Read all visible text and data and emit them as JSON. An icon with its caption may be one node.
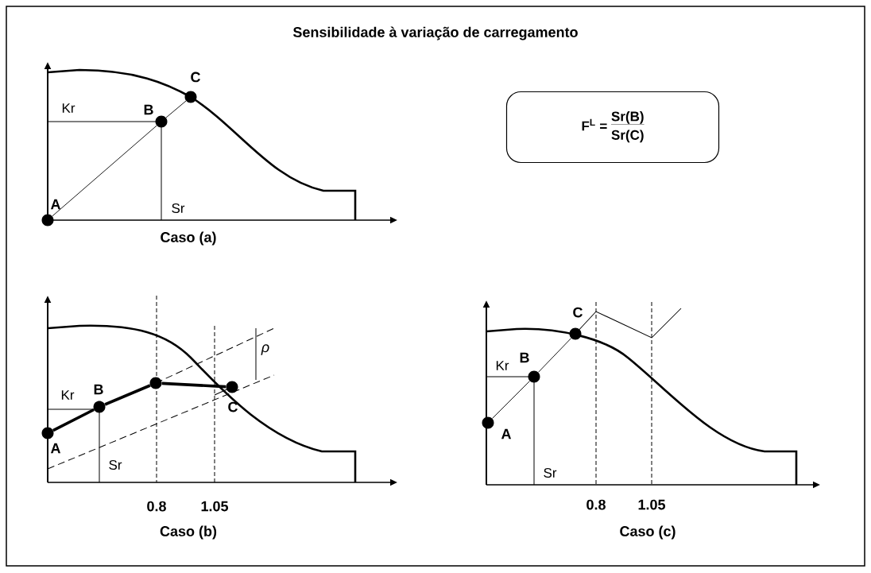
{
  "diagram": {
    "title": "Sensibilidade à variação de carregamento",
    "nodes": [
      {
        "text": [
          "F$^{L}$ =",
          "Sr(B)",
          "Sr(C)"
        ]
      },
      {
        "text": [],
        "shape": "circle",
        "beside": [
          "A"
        ]
      },
      {
        "text": [],
        "shape": "circle",
        "beside": [
          "B"
        ]
      },
      {
        "text": [],
        "shape": "circle",
        "beside": [
          "C"
        ]
      },
      {
        "text": [],
        "shape": "circle",
        "beside": [
          "A"
        ]
      },
      {
        "text": [],
        "shape": "circle",
        "beside": [
          "B"
        ]
      },
      {
        "text": [],
        "shape": "circle"
      },
      {
        "text": [],
        "shape": "circle",
        "beside": [
          "C"
        ]
      },
      {
        "text": [],
        "shape": "circle",
        "beside": [
          "A"
        ]
      },
      {
        "text": [],
        "shape": "circle",
        "beside": [
          "B"
        ]
      },
      {
        "text": [],
        "shape": "circle",
        "beside": [
          "C"
        ]
      }
    ],
    "edges": [
      {
        "from": 1,
        "to": 2,
        "arrow": "none"
      },
      {
        "from": 2,
        "to": 3,
        "arrow": "none"
      },
      {
        "from": 4,
        "to": 5,
        "arrow": "none",
        "style": "thick"
      },
      {
        "from": 5,
        "to": 6,
        "arrow": "none",
        "style": "thick"
      },
      {
        "from": 6,
        "to": 7,
        "arrow": "none",
        "style": "thick"
      },
      {
        "from": 8,
        "to": 9,
        "arrow": "none"
      },
      {
        "from": 9,
        "to": 10,
        "arrow": "none"
      }
    ],
    "labels": [
      "Kr",
      "Sr",
      "Caso (a)",
      "Kr",
      "ρ",
      "Sr",
      "0.8",
      "1.05",
      "Caso (b)",
      "Kr",
      "Sr",
      "0.8",
      "1.05",
      "Caso (c)"
    ]
  }
}
